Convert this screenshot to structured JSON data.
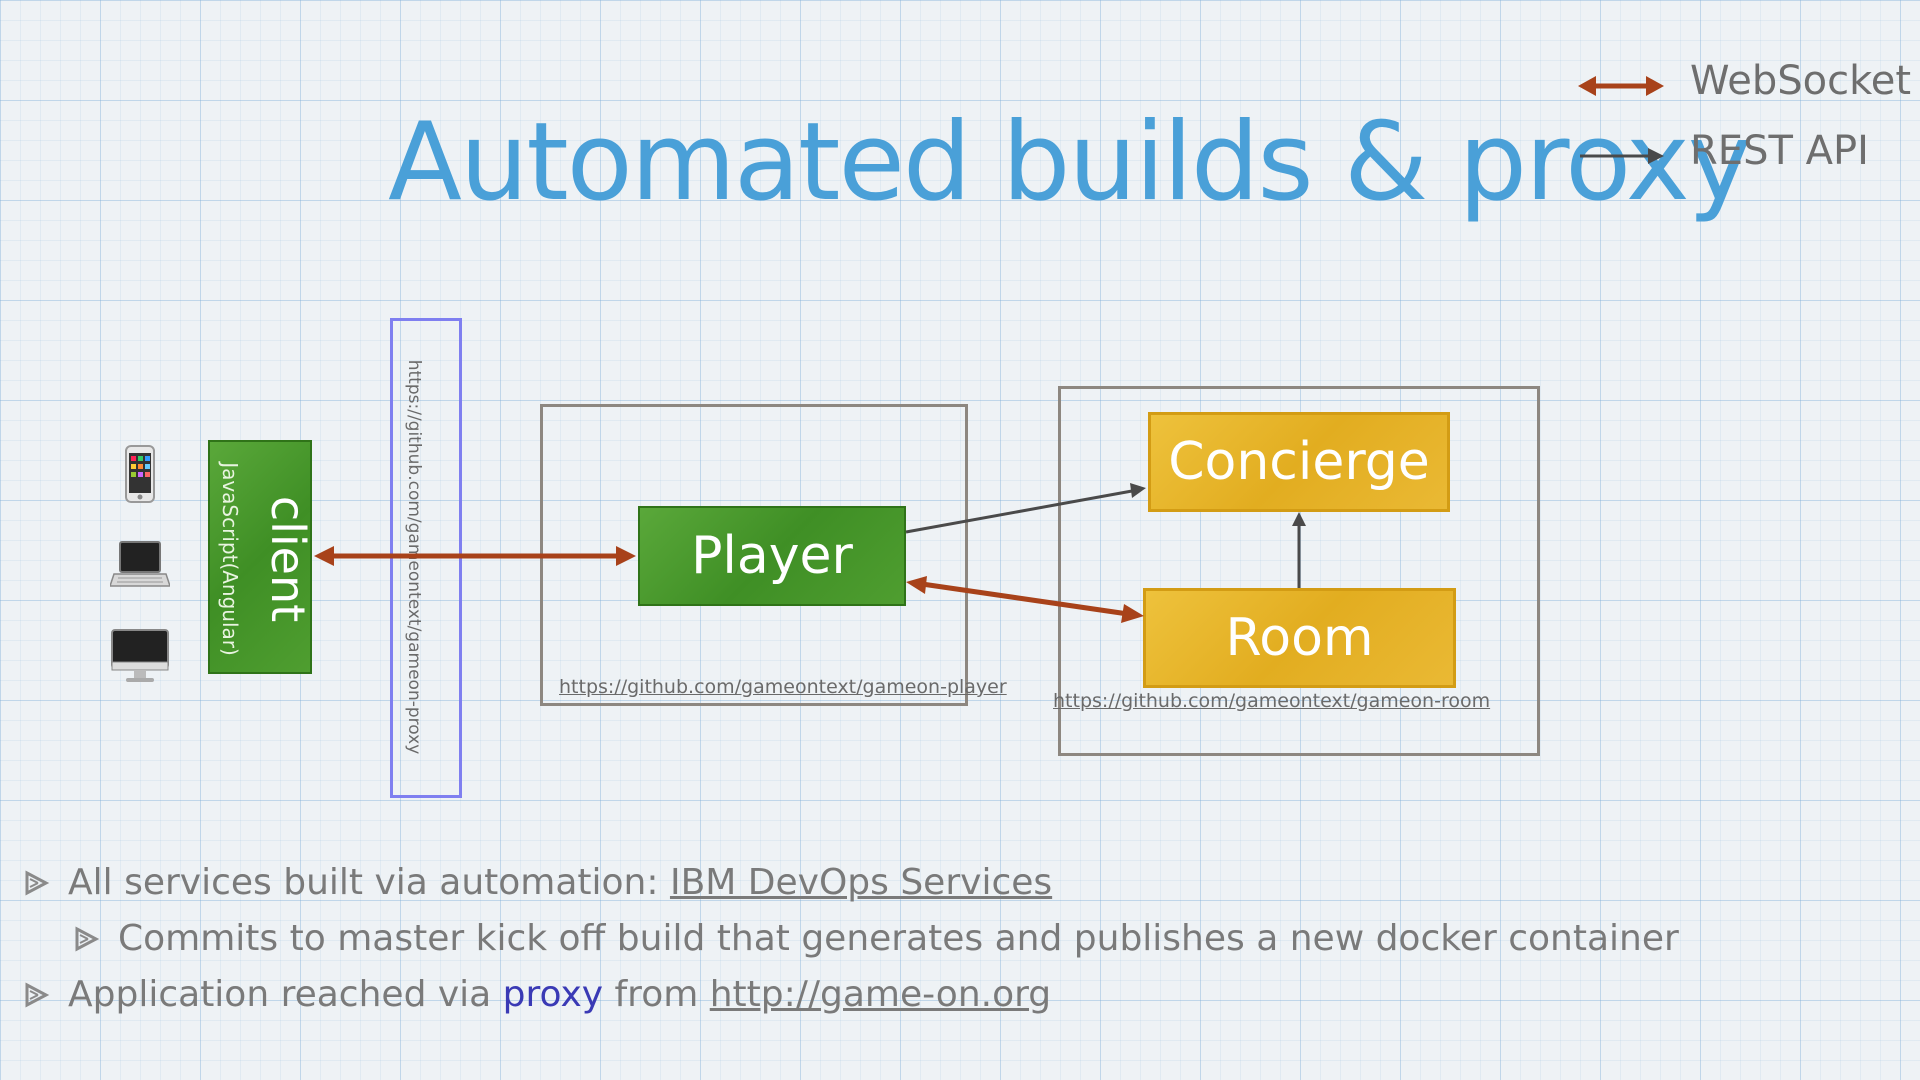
{
  "title": "Automated builds & proxy",
  "legend": [
    {
      "label": "WebSocket",
      "color": "#a8421a"
    },
    {
      "label": "REST API",
      "color": "#4a4a4a"
    }
  ],
  "diagram": {
    "client": {
      "label": "client",
      "sublabel": "JavaScript(Angular)"
    },
    "proxy_url": "https://github.com/gameontext/gameon-proxy",
    "player": {
      "label": "Player",
      "url": "https://github.com/gameontext/gameon-player"
    },
    "concierge": {
      "label": "Concierge"
    },
    "room": {
      "label": "Room",
      "url": "https://github.com/gameontext/gameon-room"
    },
    "devices": [
      "phone-icon",
      "laptop-icon",
      "desktop-icon"
    ],
    "colors": {
      "green": "#4f9e30",
      "gold": "#e5b32a",
      "websocket": "#a8421a",
      "rest": "#4a4a4a",
      "proxy_border": "#7f7ff0"
    }
  },
  "bullets": {
    "b1": {
      "prefix": "All services built via automation: ",
      "link": "IBM DevOps Services"
    },
    "b2": {
      "text": "Commits to master kick off build that generates and publishes a new docker container"
    },
    "b3": {
      "prefix": "Application reached via ",
      "proxy": "proxy",
      "mid": " from ",
      "link": "http://game-on.org"
    }
  }
}
